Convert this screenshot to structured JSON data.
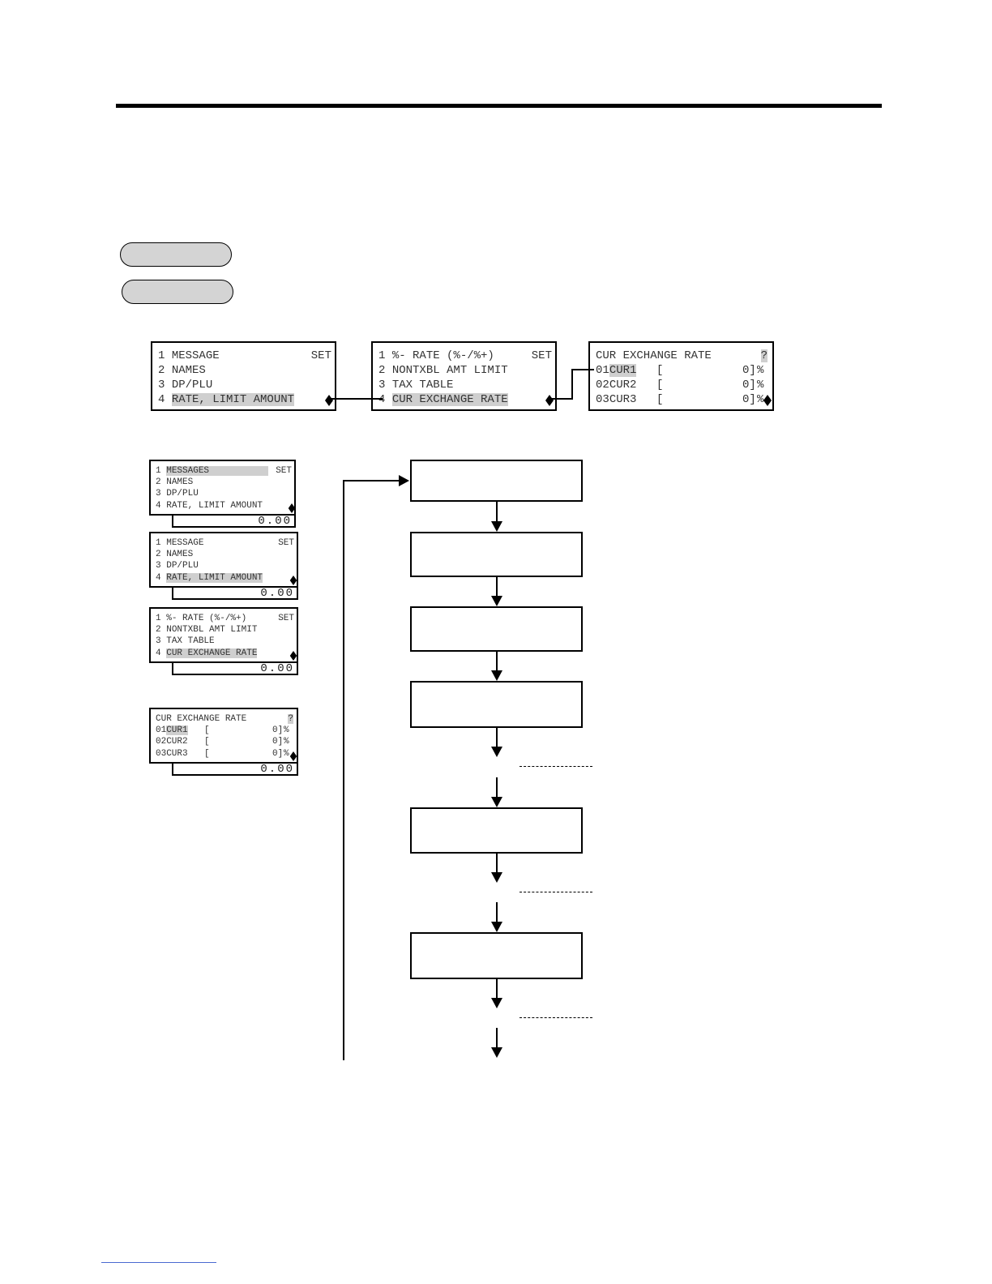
{
  "top_screens": [
    {
      "lines": [
        {
          "num": "1",
          "text": "MESSAGE",
          "right": "SET",
          "hl": false
        },
        {
          "num": "2",
          "text": "NAMES",
          "right": "",
          "hl": false
        },
        {
          "num": "3",
          "text": "DP/PLU",
          "right": "",
          "hl": false
        },
        {
          "num": "4",
          "text": "RATE, LIMIT AMOUNT",
          "right": "",
          "hl": true
        }
      ]
    },
    {
      "lines": [
        {
          "num": "1",
          "text": "%- RATE (%-/%+)",
          "right": "SET",
          "hl": false
        },
        {
          "num": "2",
          "text": "NONTXBL AMT LIMIT",
          "right": "",
          "hl": false
        },
        {
          "num": "3",
          "text": "TAX TABLE",
          "right": "",
          "hl": false
        },
        {
          "num": "4",
          "text": "CUR EXCHANGE RATE",
          "right": "",
          "hl": true
        }
      ]
    },
    {
      "title": "CUR EXCHANGE RATE",
      "title_right": "?",
      "rows": [
        {
          "num": "01",
          "name": "CUR1",
          "bracket": "[",
          "value": "0]",
          "unit": "%",
          "hl": true
        },
        {
          "num": "02",
          "name": "CUR2",
          "bracket": "[",
          "value": "0]",
          "unit": "%",
          "hl": false
        },
        {
          "num": "03",
          "name": "CUR3",
          "bracket": "[",
          "value": "0]",
          "unit": "%",
          "hl": false
        }
      ]
    }
  ],
  "side_screens": [
    {
      "lines": [
        {
          "num": "1",
          "text": "MESSAGES",
          "right": "SET",
          "hl": true
        },
        {
          "num": "2",
          "text": "NAMES",
          "right": "",
          "hl": false
        },
        {
          "num": "3",
          "text": "DP/PLU",
          "right": "",
          "hl": false
        },
        {
          "num": "4",
          "text": "RATE, LIMIT AMOUNT",
          "right": "",
          "hl": false
        }
      ],
      "amount": "0.00"
    },
    {
      "lines": [
        {
          "num": "1",
          "text": "MESSAGE",
          "right": "SET",
          "hl": false
        },
        {
          "num": "2",
          "text": "NAMES",
          "right": "",
          "hl": false
        },
        {
          "num": "3",
          "text": "DP/PLU",
          "right": "",
          "hl": false
        },
        {
          "num": "4",
          "text": "RATE, LIMIT AMOUNT",
          "right": "",
          "hl": true
        }
      ],
      "amount": "0.00"
    },
    {
      "lines": [
        {
          "num": "1",
          "text": "%- RATE (%-/%+)",
          "right": "SET",
          "hl": false
        },
        {
          "num": "2",
          "text": "NONTXBL AMT LIMIT",
          "right": "",
          "hl": false
        },
        {
          "num": "3",
          "text": "TAX TABLE",
          "right": "",
          "hl": false
        },
        {
          "num": "4",
          "text": "CUR EXCHANGE RATE",
          "right": "",
          "hl": true
        }
      ],
      "amount": "0.00"
    },
    {
      "title": "CUR EXCHANGE RATE",
      "title_right": "?",
      "rows": [
        {
          "num": "01",
          "name": "CUR1",
          "bracket": "[",
          "value": "0]",
          "unit": "%",
          "hl": true
        },
        {
          "num": "02",
          "name": "CUR2",
          "bracket": "[",
          "value": "0]",
          "unit": "%",
          "hl": false
        },
        {
          "num": "03",
          "name": "CUR3",
          "bracket": "[",
          "value": "0]",
          "unit": "%",
          "hl": false
        }
      ],
      "amount": "0.00"
    }
  ]
}
